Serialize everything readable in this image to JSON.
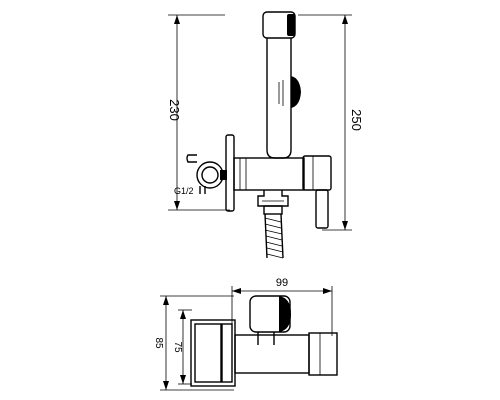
{
  "drawing": {
    "dimensions": {
      "side_height_handle": "230",
      "side_height_total": "250",
      "thread_label": "G1/2",
      "top_width": "99",
      "top_depth_outer": "85",
      "top_depth_inner": "75"
    }
  }
}
